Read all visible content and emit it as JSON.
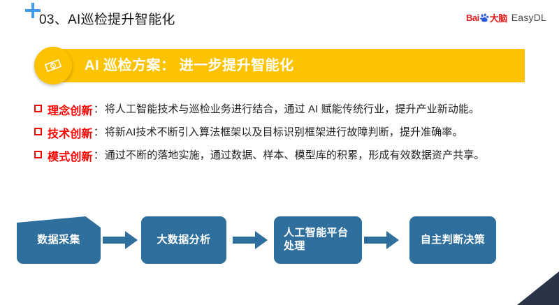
{
  "slide": {
    "title": "03、AI巡检提升智能化",
    "plus_icon": "plus-icon"
  },
  "brand": {
    "bai": "Bai",
    "paw_icon": "baidu-paw-icon",
    "cn": "大脑",
    "product": "EasyDL",
    "red": "#e02020",
    "gray": "#4a4a4a"
  },
  "banner": {
    "badge_icon": "banknote-icon",
    "text": "AI 巡检方案： 进一步提升智能化",
    "color": "#fdc300"
  },
  "bullets": [
    {
      "marker": "red-square-bullet",
      "label": "理念创新",
      "colon": "：",
      "text": "将人工智能技术与巡检业务进行结合，通过 AI 赋能传统行业，提升产业新动能。"
    },
    {
      "marker": "red-square-bullet",
      "label": "技术创新",
      "colon": "：",
      "text": "将新AI技术不断引入算法框架以及目标识别框架进行故障判断，提升准确率。"
    },
    {
      "marker": "red-square-bullet",
      "label": "模式创新",
      "colon": "：",
      "text": "通过不断的落地实施，通过数据、样本、模型库的积累，形成有效数据资产共享。"
    }
  ],
  "flow": {
    "box_color": "#2e6f9e",
    "arrow_icon": "right-arrow-icon",
    "steps": [
      {
        "label": "数据采集"
      },
      {
        "label": "大数据分析"
      },
      {
        "label": "人工智能平台\n处理"
      },
      {
        "label": "自主判断决策"
      }
    ]
  },
  "decoration": {
    "corner_triangle_color": "#2a3447"
  }
}
